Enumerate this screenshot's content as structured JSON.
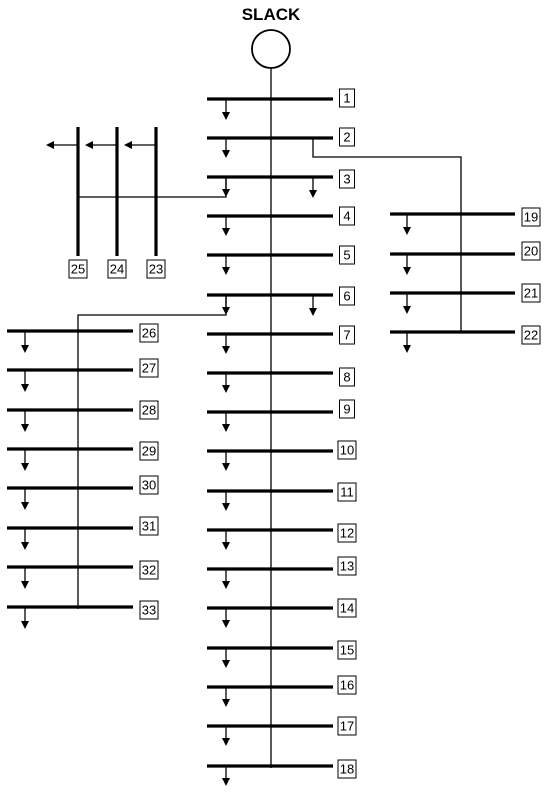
{
  "diagram": {
    "title": "SLACK",
    "buses_main": [
      "1",
      "2",
      "3",
      "4",
      "5",
      "6",
      "7",
      "8",
      "9",
      "10",
      "11",
      "12",
      "13",
      "14",
      "15",
      "16",
      "17",
      "18"
    ],
    "buses_right": [
      "19",
      "20",
      "21",
      "22"
    ],
    "buses_left_lower": [
      "26",
      "27",
      "28",
      "29",
      "30",
      "31",
      "32",
      "33"
    ],
    "buses_left_upper": [
      "25",
      "24",
      "23"
    ]
  }
}
